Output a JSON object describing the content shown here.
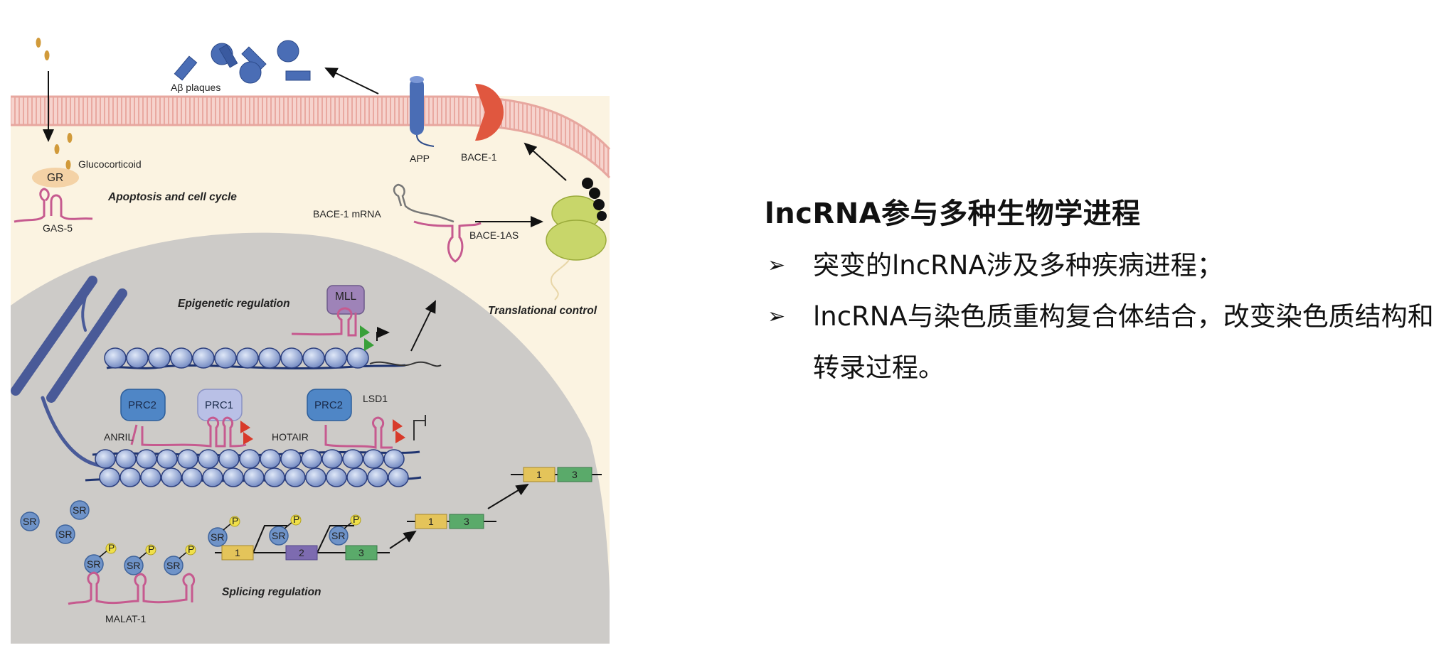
{
  "figure": {
    "labels": {
      "ab_plaques": "Aβ plaques",
      "glucocorticoid": "Glucocorticoid",
      "gr": "GR",
      "apoptosis": "Apoptosis and cell cycle",
      "gas5": "GAS-5",
      "app": "APP",
      "bace1": "BACE-1",
      "bace1_mrna": "BACE-1 mRNA",
      "bace1as": "BACE-1AS",
      "translational": "Translational control",
      "epigenetic": "Epigenetic regulation",
      "mll": "MLL",
      "prc2_a": "PRC2",
      "prc1": "PRC1",
      "prc2_b": "PRC2",
      "lsd1": "LSD1",
      "anril": "ANRIL",
      "hotair": "HOTAIR",
      "splicing": "Splicing regulation",
      "malat1": "MALAT-1",
      "sr": "SR",
      "p": "P",
      "exon1": "1",
      "exon2": "2",
      "exon3": "3"
    },
    "colors": {
      "cytoplasm": "#fbf3e1",
      "nucleus": "#cdcbc8",
      "membrane": "#f3c2bb",
      "rna": "#c65a8f",
      "nucleosome": "#aebfe3",
      "prc": "#4f86c6",
      "prc1": "#b9c0e6",
      "mll": "#9e83b8",
      "bace1": "#e0573f",
      "app": "#4a6db5",
      "ribosome": "#c8d66a",
      "exon_yellow": "#e4c45a",
      "exon_purple": "#7d6bb0",
      "exon_green": "#5aaa6a",
      "flag_red": "#d83a2a",
      "flag_green": "#3aa03a"
    }
  },
  "text": {
    "title": "lncRNA参与多种生物学进程",
    "bullet_symbol": "➢",
    "bullets": [
      "突变的lncRNA涉及多种疾病进程；",
      "lncRNA与染色质重构复合体结合，改变染色质结构和转录过程。"
    ]
  }
}
